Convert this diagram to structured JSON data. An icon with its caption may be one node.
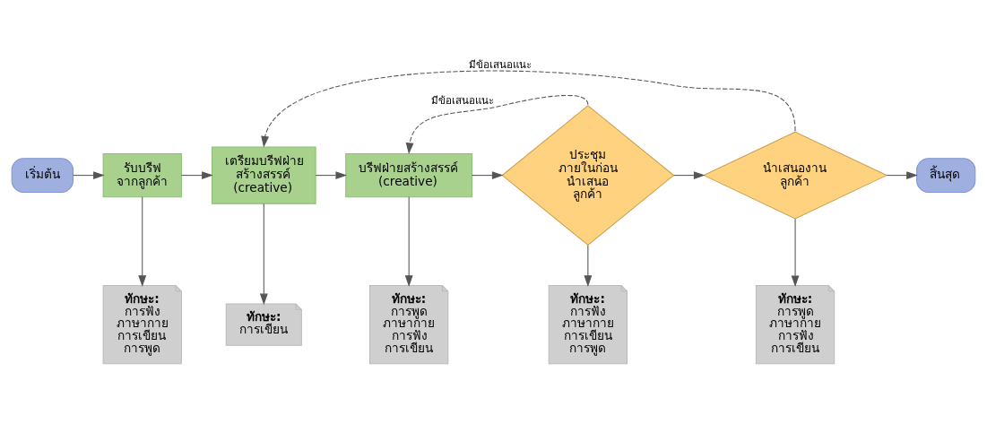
{
  "diagram": {
    "nodes": [
      {
        "text": [
          "เริ่มต้น"
        ]
      },
      {
        "text": [
          "รับบรีฟ จากลูกค้า"
        ]
      },
      {
        "text": [
          "เตรียมบรีฟฝ่าย สร้างสรรค์ (creative)"
        ]
      },
      {
        "text": [
          "บรีฟฝ่ายสร้างสรรค์ (creative)"
        ]
      },
      {
        "text": [
          "ประชุม ภายในก่อน นำเสนอ ลูกค้า"
        ]
      },
      {
        "text": [
          "นำเสนองาน ลูกค้า"
        ]
      },
      {
        "text": [
          "สิ้นสุด"
        ]
      },
      {
        "text": [
          "ทักษะ:",
          "การฟัง ภาษากาย การเขียน การพูด"
        ]
      },
      {
        "text": [
          "ทักษะ:",
          "การเขียน"
        ]
      },
      {
        "text": [
          "ทักษะ:",
          "การพูด ภาษากาย การฟัง การเขียน"
        ]
      },
      {
        "text": [
          "ทักษะ:",
          "การฟัง ภาษากาย การเขียน การพูด"
        ]
      },
      {
        "text": [
          "ทักษะ:",
          "การพูด ภาษากาย การฟัง การเขียน"
        ]
      }
    ],
    "edges": [
      {
        "from": 0,
        "to": 1,
        "arrow": "to"
      },
      {
        "from": 1,
        "to": 2,
        "arrow": "to"
      },
      {
        "from": 2,
        "to": 3,
        "arrow": "to"
      },
      {
        "from": 3,
        "to": 4,
        "arrow": "to"
      },
      {
        "from": 4,
        "to": 5,
        "arrow": "to"
      },
      {
        "from": 5,
        "to": 6,
        "arrow": "to"
      },
      {
        "from": 1,
        "to": 7,
        "arrow": "to"
      },
      {
        "from": 2,
        "to": 8,
        "arrow": "to"
      },
      {
        "from": 3,
        "to": 9,
        "arrow": "to"
      },
      {
        "from": 4,
        "to": 10,
        "arrow": "to"
      },
      {
        "from": 5,
        "to": 11,
        "arrow": "to"
      },
      {
        "from": 4,
        "to": 3,
        "arrow": "to",
        "style": "dashed",
        "label": "มีข้อเสนอแนะ"
      },
      {
        "from": 5,
        "to": 2,
        "arrow": "to",
        "style": "dashed",
        "label": "มีข้อเสนอแนะ"
      }
    ]
  }
}
